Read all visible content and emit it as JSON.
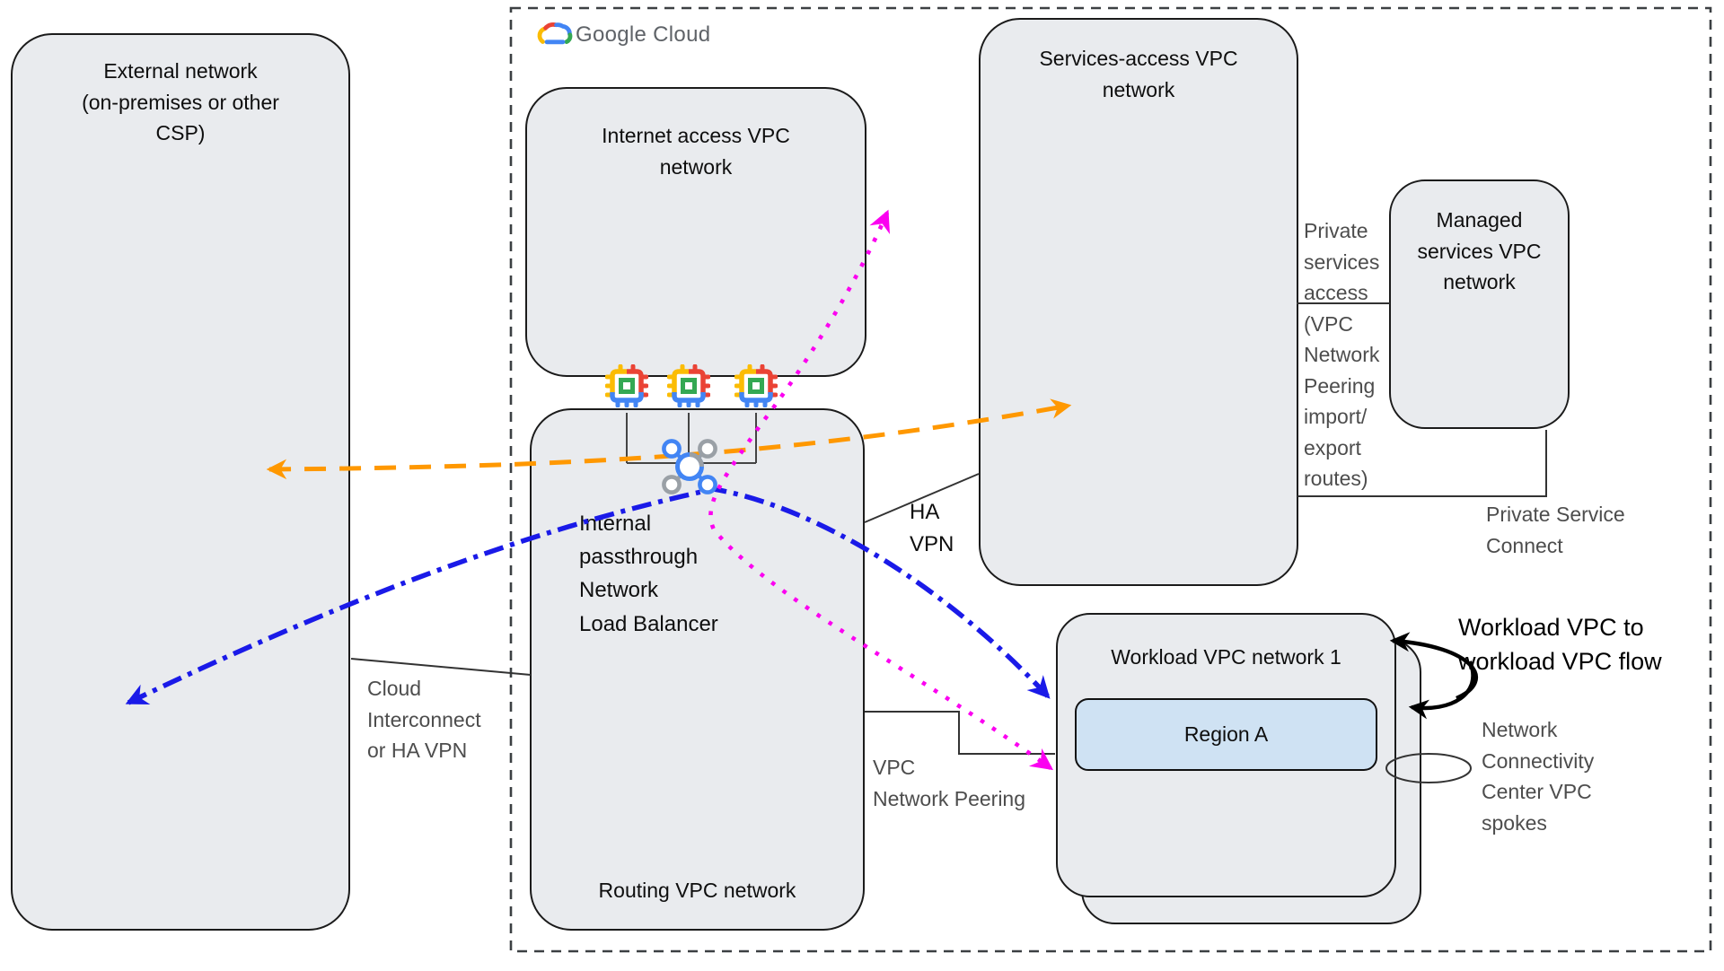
{
  "logo": {
    "text": "Google Cloud"
  },
  "boxes": {
    "external": {
      "title": "External network\n(on-premises or other\nCSP)"
    },
    "internet": {
      "title": "Internet access VPC\nnetwork"
    },
    "routing": {
      "title": "Routing VPC network",
      "lb_label": "Internal\npassthrough\nNetwork\nLoad Balancer"
    },
    "services": {
      "title": "Services-access VPC\nnetwork"
    },
    "managed": {
      "title": "Managed\nservices VPC\nnetwork"
    },
    "workload": {
      "title": "Workload VPC network 1",
      "region": "Region A"
    }
  },
  "labels": {
    "ha_vpn": "HA\nVPN",
    "private_services_access": "Private\nservices\naccess\n(VPC\nNetwork\nPeering\nimport/\nexport\nroutes)",
    "private_service_connect": "Private Service\nConnect",
    "cloud_interconnect": "Cloud\nInterconnect\nor HA VPN",
    "vpc_network_peering": "VPC\nNetwork Peering",
    "ncc_spokes": "Network\nConnectivity\nCenter VPC\nspokes",
    "workload_flow": "Workload VPC to\nworkload VPC flow"
  },
  "colors": {
    "box_fill": "#e9ebee",
    "box_border": "#1b1b1b",
    "region_fill": "#cfe2f3",
    "gray_text": "#4d4d4d",
    "flow_orange": "#ff9800",
    "flow_blue": "#1a1ae8",
    "flow_magenta": "#fb00f0",
    "flow_black": "#000000",
    "google_yellow": "#fbbc04",
    "google_red": "#ea4335",
    "google_blue": "#4285f4",
    "google_green": "#34a853",
    "lb_gray": "#9aa0a6"
  }
}
